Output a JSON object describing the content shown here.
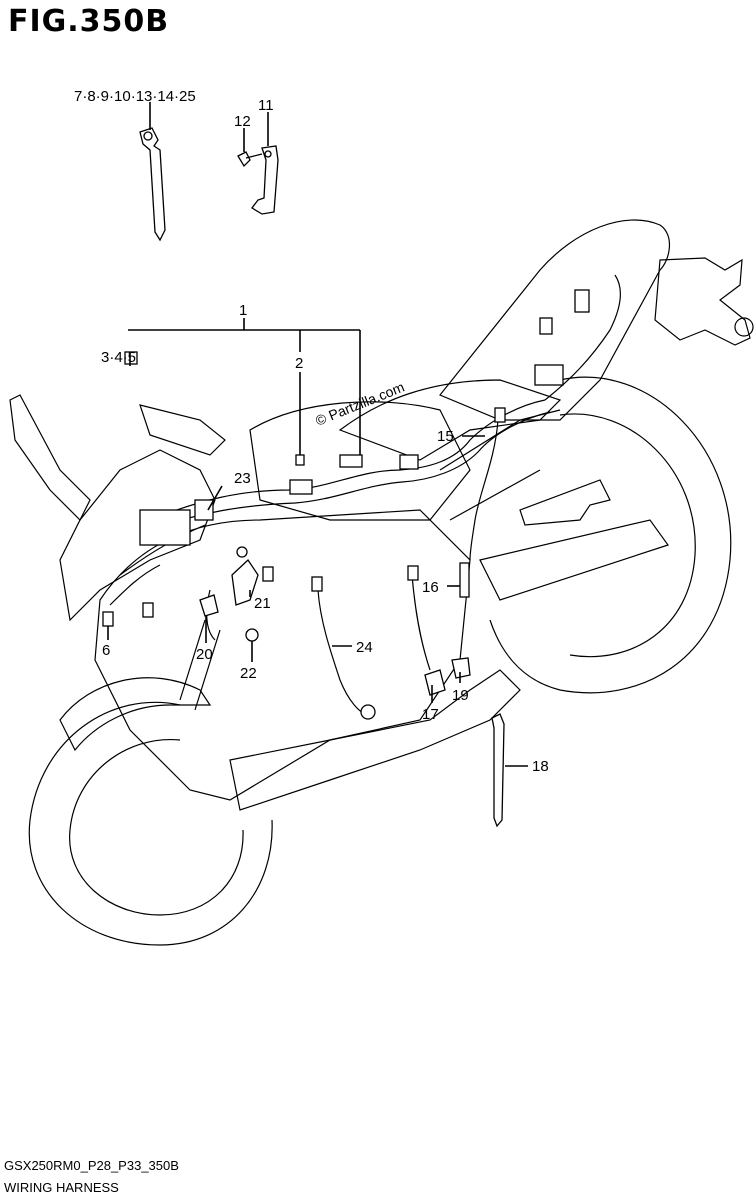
{
  "figure": {
    "title": "FIG.350B",
    "model_code": "GSX250RM0_P28_P33_350B",
    "caption": "WIRING HARNESS",
    "watermark": "© Partzilla.com"
  },
  "callouts": {
    "c_7_25": "7·8·9·10·13·14·25",
    "c_11": "11",
    "c_12": "12",
    "c_1": "1",
    "c_2": "2",
    "c_3_5": "3·4·5",
    "c_6": "6",
    "c_15": "15",
    "c_16": "16",
    "c_17": "17",
    "c_18": "18",
    "c_19": "19",
    "c_20": "20",
    "c_21": "21",
    "c_22": "22",
    "c_23": "23",
    "c_24": "24"
  }
}
